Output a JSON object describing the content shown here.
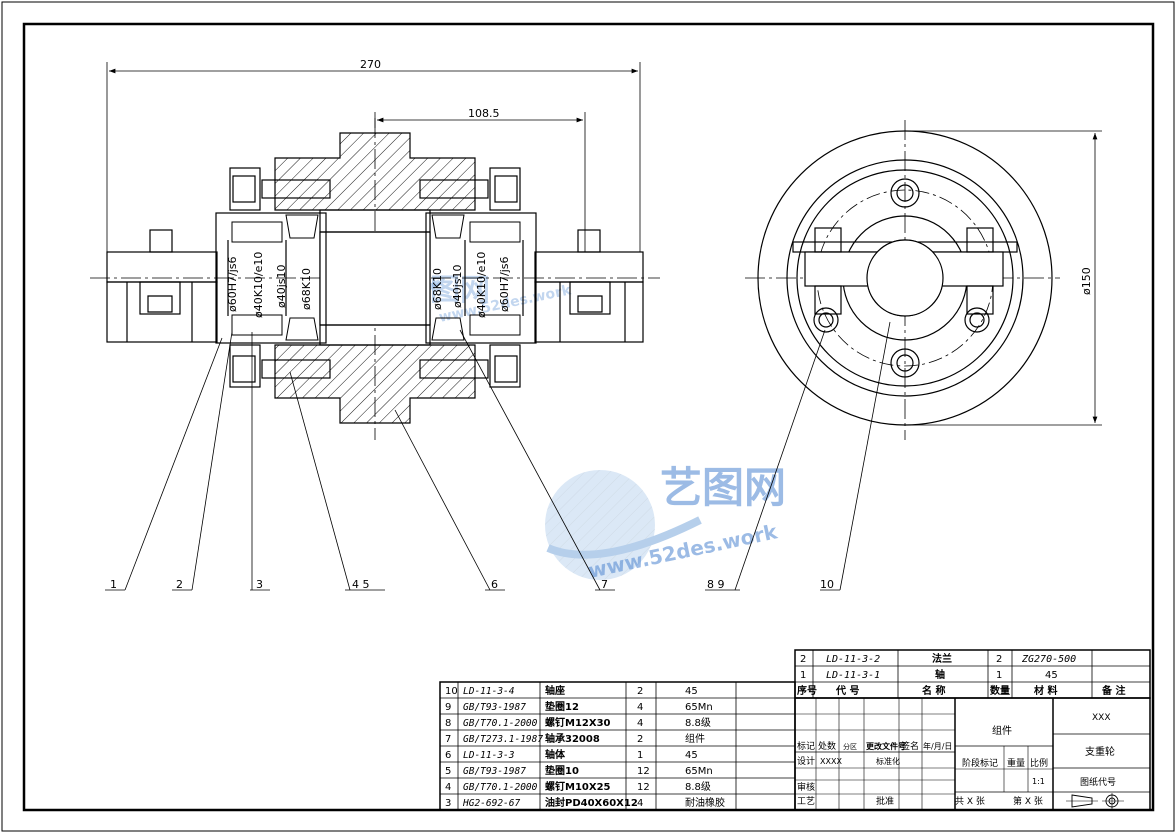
{
  "dimensions": {
    "overall_length": "270",
    "center_distance": "108.5",
    "outer_diameter": "ø150"
  },
  "fit_labels": {
    "left": [
      "ø60H7/js6",
      "ø40K10/e10",
      "ø40js10",
      "ø68K10"
    ],
    "right": [
      "ø68K10",
      "ø40js10",
      "ø40K10/e10",
      "ø60H7/js6"
    ]
  },
  "callouts": [
    "1",
    "2",
    "3",
    "4  5",
    "6",
    "7",
    "8  9",
    "10"
  ],
  "watermark": {
    "brand": "艺图网",
    "url": "www.52des.work"
  },
  "bom_headers": {
    "seq": "序号",
    "code": "代  号",
    "name": "名  称",
    "qty": "数量",
    "material": "材  料",
    "remark": "备  注"
  },
  "bom_top": [
    {
      "no": "2",
      "code": "LD-11-3-2",
      "name": "法兰",
      "qty": "2",
      "material": "ZG270-500",
      "remark": ""
    },
    {
      "no": "1",
      "code": "LD-11-3-1",
      "name": "轴",
      "qty": "1",
      "material": "45",
      "remark": ""
    }
  ],
  "bom_left": [
    {
      "no": "10",
      "code": "LD-11-3-4",
      "name": "轴座",
      "qty": "2",
      "material": "45",
      "remark": ""
    },
    {
      "no": "9",
      "code": "GB/T93-1987",
      "name": "垫圈12",
      "qty": "4",
      "material": "65Mn",
      "remark": ""
    },
    {
      "no": "8",
      "code": "GB/T70.1-2000",
      "name": "螺钉M12X30",
      "qty": "4",
      "material": "8.8级",
      "remark": ""
    },
    {
      "no": "7",
      "code": "GB/T273.1-1987",
      "name": "轴承32008",
      "qty": "2",
      "material": "组件",
      "remark": ""
    },
    {
      "no": "6",
      "code": "LD-11-3-3",
      "name": "轴体",
      "qty": "1",
      "material": "45",
      "remark": ""
    },
    {
      "no": "5",
      "code": "GB/T93-1987",
      "name": "垫圈10",
      "qty": "12",
      "material": "65Mn",
      "remark": ""
    },
    {
      "no": "4",
      "code": "GB/T70.1-2000",
      "name": "螺钉M10X25",
      "qty": "12",
      "material": "8.8级",
      "remark": ""
    },
    {
      "no": "3",
      "code": "HG2-692-67",
      "name": "油封PD40X60X12",
      "qty": "4",
      "material": "耐油橡胶",
      "remark": ""
    }
  ],
  "title_block": {
    "mark": "标记",
    "zones": "处数",
    "partition": "分区",
    "change_doc": "更改文件号",
    "signature": "签名",
    "date": "年/月/日",
    "design": "设计",
    "designer": "XXXX",
    "standardize": "标准化",
    "review": "审核",
    "process": "工艺",
    "approve": "批准",
    "stage_mark": "阶段标记",
    "weight": "重量",
    "scale": "比例",
    "scale_value": "1:1",
    "material_area": "组件",
    "company": "XXX",
    "drawing_name": "支重轮",
    "drawing_code": "图纸代号",
    "sheets_total": "共  X  张",
    "sheet_no": "第  X  张"
  }
}
